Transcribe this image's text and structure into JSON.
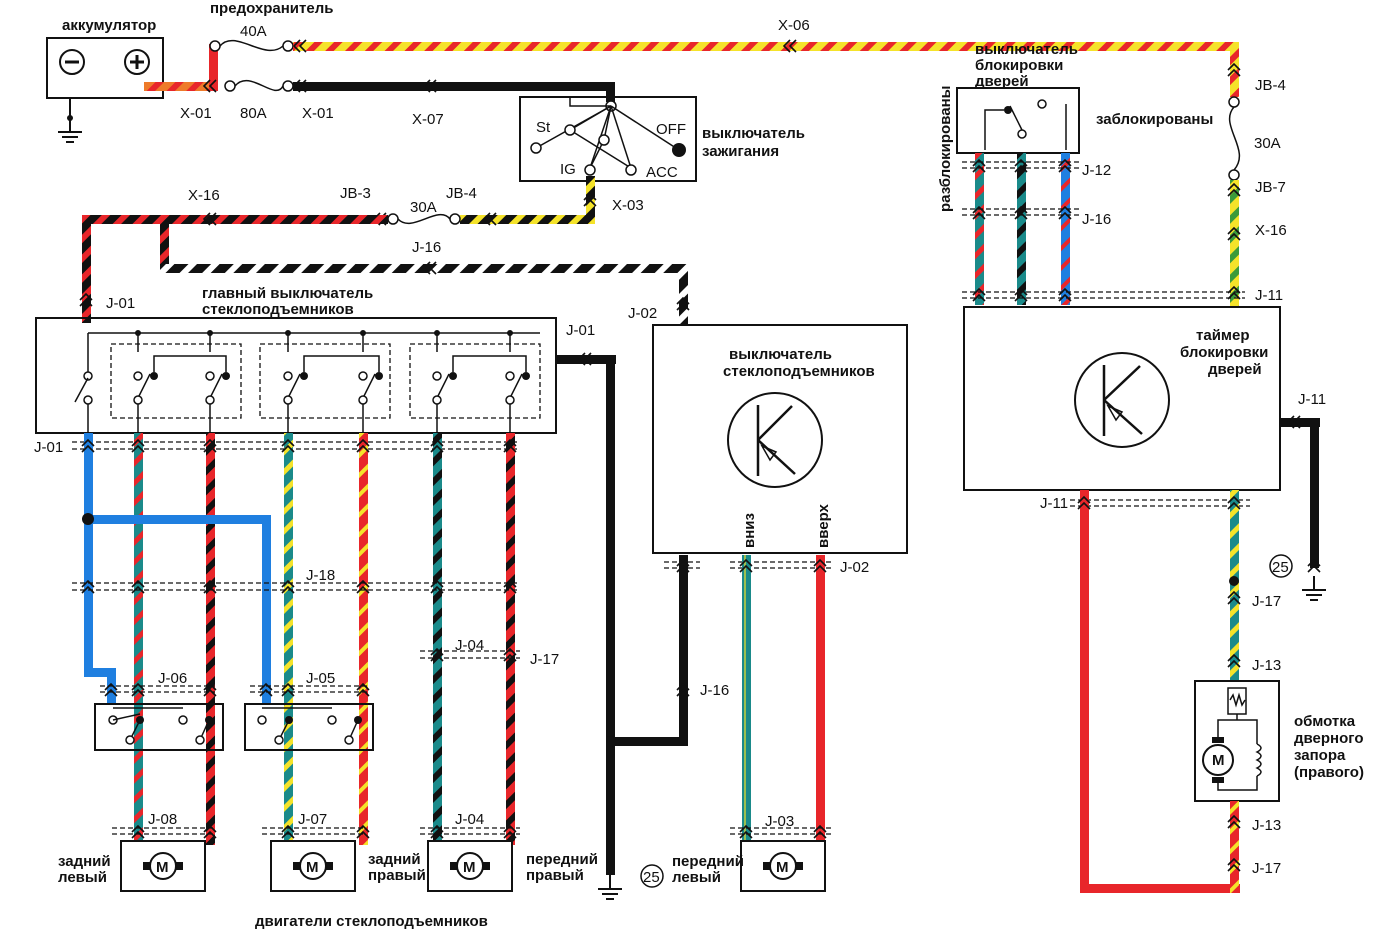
{
  "labels": {
    "battery": "аккумулятор",
    "fuse": "предохранитель",
    "fuse_40a": "40A",
    "fuse_80a": "80A",
    "x01_a": "X-01",
    "x01_b": "X-01",
    "x07": "X-07",
    "x06": "X-06",
    "ignition_title_1": "выключатель",
    "ignition_title_2": "зажигания",
    "ign_st": "St",
    "ign_off": "OFF",
    "ign_ig": "IG",
    "ign_acc": "ACC",
    "x03": "X-03",
    "x16_top": "X-16",
    "jb3": "JB-3",
    "fuse_30a_left": "30A",
    "jb4_left": "JB-4",
    "j16_top": "J-16",
    "main_switch_1": "главный выключатель",
    "main_switch_2": "стеклоподъемников",
    "j01_top": "J-01",
    "j01_right": "J-01",
    "j01_left": "J-01",
    "j02_top": "J-02",
    "pass_switch_1": "выключатель",
    "pass_switch_2": "стеклоподъемников",
    "down": "вниз",
    "up": "вверх",
    "j02_bottom": "J-02",
    "j16_mid": "J-16",
    "j03": "J-03",
    "front_left_1": "передний",
    "front_left_2": "левый",
    "ground_25_left": "25",
    "j18": "J-18",
    "j06": "J-06",
    "j05": "J-05",
    "j04_top": "J-04",
    "j17_left": "J-17",
    "j08": "J-08",
    "j07": "J-07",
    "j04_bottom": "J-04",
    "rear_left_1": "задний",
    "rear_left_2": "левый",
    "rear_right_1": "задний",
    "rear_right_2": "правый",
    "front_right_1": "передний",
    "front_right_2": "правый",
    "motors_caption": "двигатели  стеклоподъемников",
    "lock_switch_1": "выключатель",
    "lock_switch_2": "блокировки",
    "lock_switch_3": "дверей",
    "unlocked": "разблокированы",
    "locked": "заблокированы",
    "jb4_right": "JB-4",
    "fuse_30a_right": "30A",
    "jb7": "JB-7",
    "x16_right": "X-16",
    "j12": "J-12",
    "j16_right": "J-16",
    "j11_top": "J-11",
    "timer_1": "таймер",
    "timer_2": "блокировки",
    "timer_3": "дверей",
    "j11_right": "J-11",
    "j11_left": "J-11",
    "ground_25_right": "25",
    "j17_right": "J-17",
    "j13_top": "J-13",
    "j13_bottom": "J-13",
    "j17_bottom": "J-17",
    "coil_1": "обмотка",
    "coil_2": "дверного",
    "coil_3": "запора",
    "coil_4": "(правого)",
    "motor_m": "M"
  },
  "wire_colors": {
    "red": "#e8262a",
    "yellow": "#f5e32a",
    "black": "#111111",
    "blue": "#1f7fe0",
    "teal": "#1a8a8a",
    "green": "#3a9a3a",
    "white": "#ffffff"
  },
  "icons": {
    "ground": "ground-symbol-icon",
    "motor": "motor-icon",
    "relay": "relay-transistor-icon",
    "fuse": "fuse-icon",
    "connector": "connector-chevron-icon"
  }
}
